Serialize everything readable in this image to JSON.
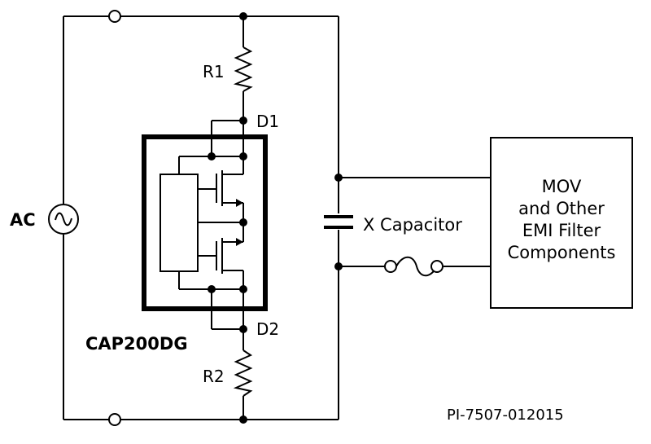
{
  "labels": {
    "r1": "R1",
    "r2": "R2",
    "d1": "D1",
    "d2": "D2",
    "ac": "AC",
    "x_capacitor": "X Capacitor",
    "part_name": "CAP200DG",
    "figure_id": "PI-7507-012015",
    "emi_block_lines": [
      "MOV",
      "and Other",
      "EMI Filter",
      "Components"
    ]
  },
  "colors": {
    "line": "#000000",
    "background": "#ffffff"
  }
}
